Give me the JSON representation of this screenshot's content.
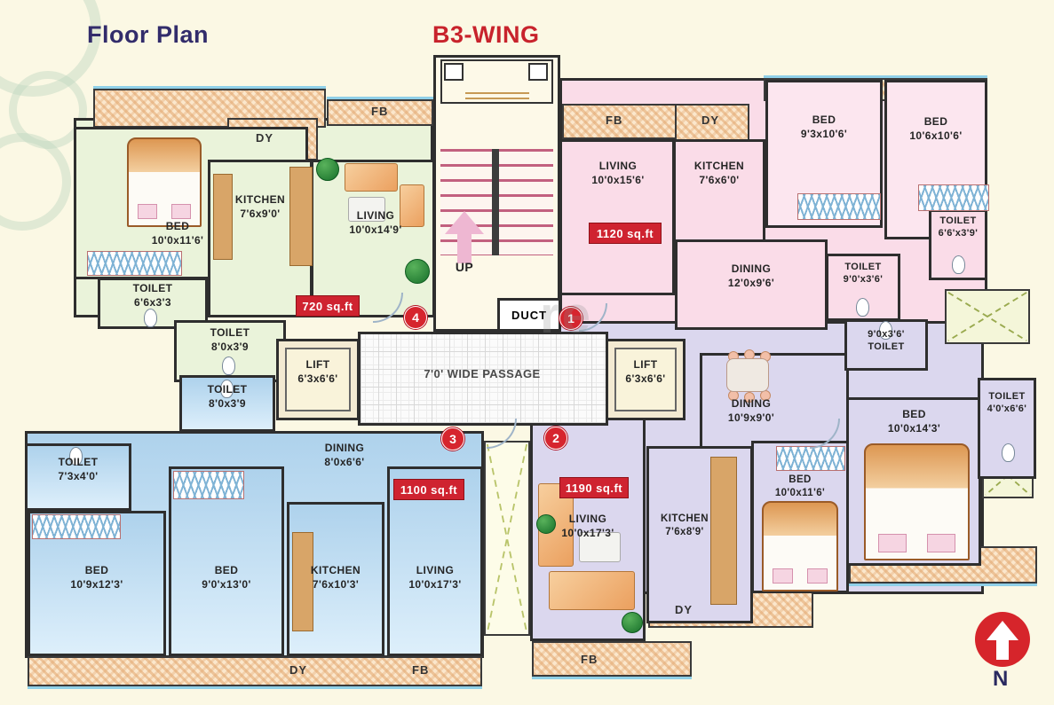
{
  "title": "Floor Plan",
  "wing": "B3-WING",
  "watermark": "re",
  "compass": {
    "label": "N"
  },
  "core": {
    "up": "UP",
    "duct": "DUCT",
    "passage": "7'0' WIDE PASSAGE",
    "lift_left": {
      "name": "LIFT",
      "size": "6'3x6'6'"
    },
    "lift_right": {
      "name": "LIFT",
      "size": "6'3x6'6'"
    }
  },
  "units": [
    {
      "number": "4",
      "area": "720 sq.ft",
      "balconies": {
        "dy": "DY",
        "fb": "FB"
      },
      "rooms": [
        {
          "name": "BED",
          "size": "10'0x11'6'"
        },
        {
          "name": "TOILET",
          "size": "6'6x3'3"
        },
        {
          "name": "KITCHEN",
          "size": "7'6x9'0'"
        },
        {
          "name": "LIVING",
          "size": "10'0x14'9'"
        },
        {
          "name": "TOILET",
          "size": "8'0x3'9"
        }
      ]
    },
    {
      "number": "1",
      "area": "1120 sq.ft",
      "balconies": {
        "fb": "FB",
        "dy": "DY"
      },
      "rooms": [
        {
          "name": "LIVING",
          "size": "10'0x15'6'"
        },
        {
          "name": "KITCHEN",
          "size": "7'6x6'0'"
        },
        {
          "name": "BED",
          "size": "9'3x10'6'"
        },
        {
          "name": "BED",
          "size": "10'6x10'6'"
        },
        {
          "name": "TOILET",
          "size": "6'6'x3'9'"
        },
        {
          "name": "DINING",
          "size": "12'0x9'6'"
        },
        {
          "name": "TOILET",
          "size": "9'0'x3'6'"
        }
      ]
    },
    {
      "number": "2",
      "area": "1190 sq.ft",
      "balconies": {
        "dy": "DY",
        "fb": "FB"
      },
      "rooms": [
        {
          "name": "LIVING",
          "size": "10'0x17'3'"
        },
        {
          "name": "KITCHEN",
          "size": "7'6x8'9'"
        },
        {
          "name": "BED",
          "size": "10'0x11'6'"
        },
        {
          "name": "BED",
          "size": "10'0x14'3'"
        },
        {
          "name": "DINING",
          "size": "10'9x9'0'"
        },
        {
          "name": "TOILET",
          "size": "9'0x3'6'"
        },
        {
          "name": "TOILET",
          "size": "4'0'x6'6'"
        }
      ]
    },
    {
      "number": "3",
      "area": "1100 sq.ft",
      "balconies": {
        "dy": "DY",
        "fb": "FB"
      },
      "rooms": [
        {
          "name": "BED",
          "size": "10'9x12'3'"
        },
        {
          "name": "BED",
          "size": "9'0'x13'0'"
        },
        {
          "name": "KITCHEN",
          "size": "7'6x10'3'"
        },
        {
          "name": "LIVING",
          "size": "10'0x17'3'"
        },
        {
          "name": "DINING",
          "size": "8'0x6'6'"
        },
        {
          "name": "TOILET",
          "size": "7'3x4'0'"
        },
        {
          "name": "TOILET",
          "size": "8'0x3'9"
        }
      ]
    }
  ]
}
